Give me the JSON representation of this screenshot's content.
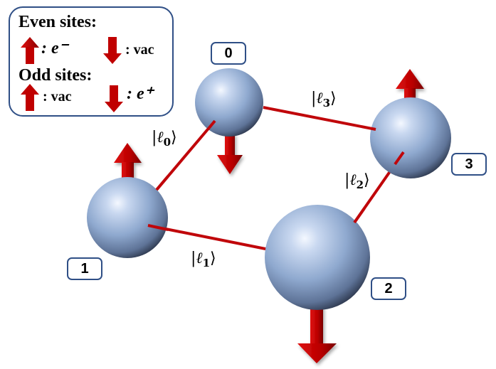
{
  "legend": {
    "even_title": "Even sites:",
    "even_up": ": e⁻",
    "even_down": ": vac",
    "odd_title": "Odd sites:",
    "odd_up": ": vac",
    "odd_down": ": e⁺"
  },
  "sites": [
    {
      "label": "0",
      "spin": "down"
    },
    {
      "label": "1",
      "spin": "up"
    },
    {
      "label": "2",
      "spin": "down"
    },
    {
      "label": "3",
      "spin": "up"
    }
  ],
  "links": [
    {
      "ell": "ℓ",
      "index": "0"
    },
    {
      "ell": "ℓ",
      "index": "1"
    },
    {
      "ell": "ℓ",
      "index": "2"
    },
    {
      "ell": "ℓ",
      "index": "3"
    }
  ],
  "colors": {
    "sphere": "#8fa9cf",
    "link": "#c0060a",
    "arrow": "#c00000",
    "box_border": "#2f4f86"
  }
}
